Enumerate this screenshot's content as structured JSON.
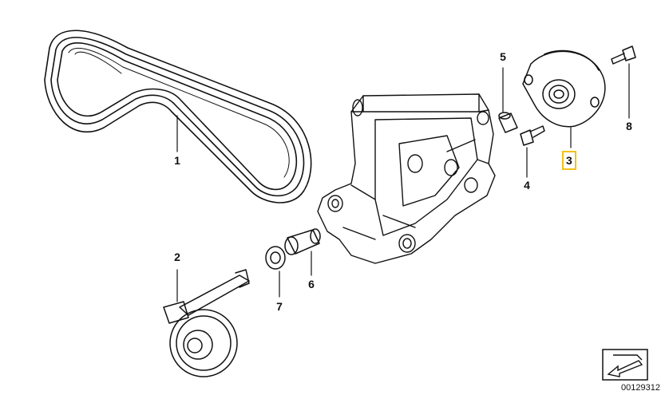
{
  "diagram": {
    "document_number": "00129312",
    "highlight_color": "#f2c21a",
    "callouts": {
      "c1": "1",
      "c2": "2",
      "c3": "3",
      "c4": "4",
      "c5": "5",
      "c6": "6",
      "c7": "7",
      "c8": "8"
    },
    "highlighted_part": "3",
    "icons": [
      "arrow-stamp-icon"
    ]
  }
}
